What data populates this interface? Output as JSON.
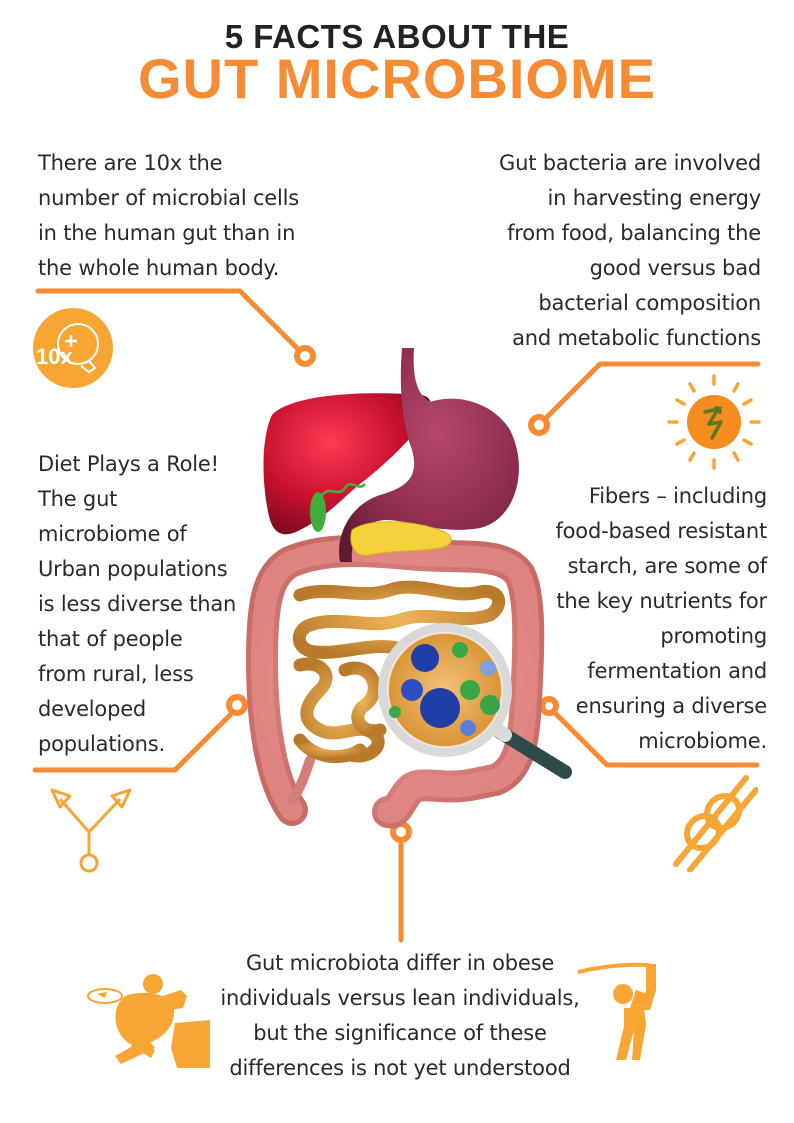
{
  "header": {
    "title_top": "5 FACTS ABOUT THE",
    "title_main": "GUT MICROBIOME"
  },
  "colors": {
    "accent": "#f68b33",
    "icon": "#f7a533",
    "text": "#2a2a2a"
  },
  "facts": [
    {
      "id": "microbial-cells",
      "lines": [
        "There are 10x the",
        "number of microbial cells",
        "in the human gut than in",
        "the whole human body."
      ],
      "icon": "10x-magnifier-icon",
      "icon_text": "10x"
    },
    {
      "id": "energy-harvesting",
      "lines": [
        "Gut bacteria are involved",
        "in harvesting energy",
        "from food, balancing the",
        "good versus bad",
        "bacterial composition",
        "and metabolic functions"
      ],
      "icon": "sun-energy-icon"
    },
    {
      "id": "diet-role",
      "lines": [
        "Diet Plays a Role!",
        "The gut",
        "microbiome of",
        "Urban populations",
        "is less diverse than",
        "that of people",
        "from rural, less",
        "developed",
        "populations."
      ],
      "icon": "diverging-arrows-icon"
    },
    {
      "id": "fibers",
      "lines": [
        "Fibers – including",
        "food-based resistant",
        "starch, are some of",
        "the key nutrients for",
        "promoting",
        "fermentation and",
        "ensuring a diverse",
        "microbiome."
      ],
      "icon": "knot-icon"
    },
    {
      "id": "obese-lean",
      "lines": [
        "Gut microbiota differ in obese",
        "individuals versus lean individuals,",
        "but the significance of these",
        "differences is not yet understood"
      ],
      "icons": [
        "obese-person-icon",
        "lean-person-icon"
      ]
    }
  ],
  "illustration": {
    "name": "digestive-system-illustration",
    "parts": [
      "liver",
      "stomach",
      "gallbladder",
      "pancreas",
      "large-intestine",
      "small-intestine",
      "magnifying-glass-bacteria"
    ]
  }
}
